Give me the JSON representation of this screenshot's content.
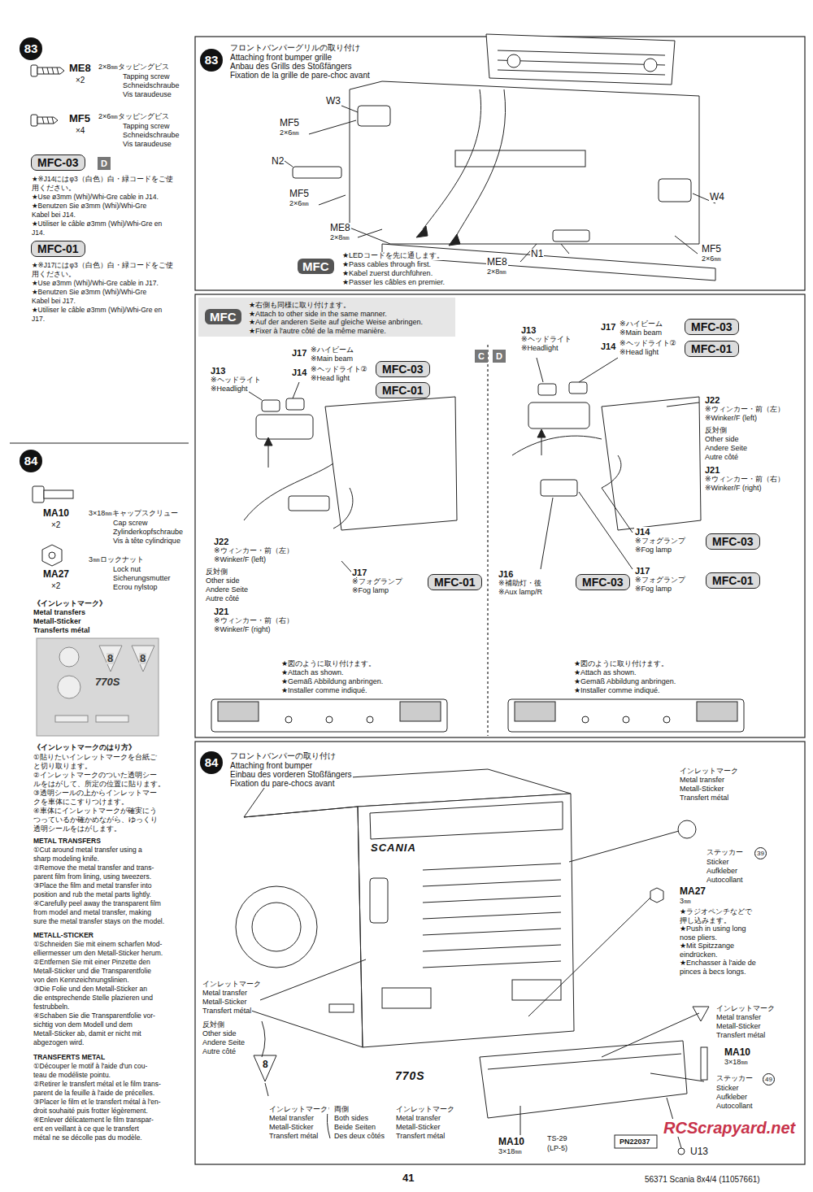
{
  "diagram": {
    "nodes": [
      {
        "text": [
          "83"
        ]
      },
      {
        "text": [
          "MFC-03"
        ]
      },
      {
        "text": [
          "D"
        ]
      },
      {
        "text": [
          "MFC-01"
        ]
      },
      {
        "text": [
          "84"
        ]
      },
      {
        "text": [
          "83"
        ]
      },
      {
        "text": [
          "MFC"
        ]
      },
      {
        "text": [
          "MFC"
        ]
      },
      {
        "text": [
          "MFC-03"
        ]
      },
      {
        "text": [
          "MFC-01"
        ]
      },
      {
        "text": [
          "C"
        ]
      },
      {
        "text": [
          "MFC-01"
        ]
      },
      {
        "text": [
          "D"
        ]
      },
      {
        "text": [
          "MFC-03"
        ]
      },
      {
        "text": [
          "MFC-01"
        ]
      },
      {
        "text": [
          "MFC-03"
        ]
      },
      {
        "text": [
          "MFC-03"
        ]
      },
      {
        "text": [
          "MFC-01"
        ]
      },
      {
        "text": [
          "84"
        ]
      },
      {
        "text": [
          "39"
        ]
      },
      {
        "text": [
          "49"
        ]
      }
    ],
    "labels": [
      "ME8",
      "×2",
      "2×8㎜タッピングビス",
      "Tapping screw",
      "Schneidschraube",
      "Vis taraudeuse",
      "MF5",
      "×4",
      "2×6㎜タッピングビス",
      "Tapping screw",
      "Schneidschraube",
      "Vis taraudeuse",
      "★※J14にはφ3（白色）白・緑コードをご使",
      "用ください。",
      "★Use ø3mm (Whi)/Whi-Gre cable in J14.",
      "★Benutzen Sie ø3mm (Whi)/Whi-Gre",
      "Kabel bei J14.",
      "★Utiliser le câble ø3mm (Whi)/Whi-Gre en",
      "J14.",
      "★※J17にはφ3（白色）白・緑コードをご使",
      "用ください。",
      "★Use ø3mm (Whi)/Whi-Gre cable in J17.",
      "★Benutzen Sie ø3mm (Whi)/Whi-Gre",
      "Kabel bei J17.",
      "★Utiliser le câble ø3mm (Whi)/Whi-Gre en",
      "J17.",
      "MA10",
      "×2",
      "3×18㎜キャップスクリュー",
      "Cap screw",
      "Zylinderkopfschraube",
      "Vis à tête cylindrique",
      "MA27",
      "×2",
      "3㎜ロックナット",
      "Lock nut",
      "Sicherungsmutter",
      "Ecrou nylstop",
      "《インレットマーク》",
      "Metal transfers",
      "Metall-Sticker",
      "Transferts métal",
      "8",
      "8",
      "770S",
      "《インレットマークのはり方》",
      "①貼りたいインレットマークを台紙ご",
      "と切り取ります。",
      "②インレットマークのついた透明シー",
      "ルをはがして、所定の位置に貼ります。",
      "③透明シールの上からインレットマー",
      "クを車体にこすりつけます。",
      "④車体にインレットマークが確実にう",
      "つっているか確かめながら、ゆっくり",
      "透明シールをはがします。",
      "METAL TRANSFERS",
      "①Cut around metal transfer using a",
      "sharp modeling knife.",
      "②Remove the metal transfer and trans-",
      "parent film from lining, using tweezers.",
      "③Place the film and metal transfer into",
      "position and rub the metal parts lightly.",
      "④Carefully peel away the transparent film",
      "from model and metal transfer, making",
      "sure the metal transfer stays on the model.",
      "METALL-STICKER",
      "①Schneiden Sie mit einem scharfen Mod-",
      "elliermesser um den Metall-Sticker herum.",
      "②Entfernen Sie mit einer Pinzette den",
      "Metall-Sticker und die Transparentfolie",
      "von den Kennzeichnungslinien.",
      "③Die Folie und den Metall-Sticker an",
      "die entsprechende Stelle plazieren und",
      "festrubbeln.",
      "④Schaben Sie die Transparentfolie vor-",
      "sichtig von dem Modell und dem",
      "Metall-Sticker ab, damit er nicht mit",
      "abgezogen wird.",
      "TRANSFERTS METAL",
      "①Découper le motif à l'aide d'un cou-",
      "teau de modéliste pointu.",
      "②Retirer le transfert métal et le film trans-",
      "parent de la feuille à l'aide de précelles.",
      "③Placer le film et le transfert métal à l'en-",
      "droit souhaité puis frotter légèrement.",
      "④Enlever délicatement le film transpar-",
      "ent en veillant à ce que le transfert",
      "métal ne se décolle pas du modèle.",
      "フロントバンパーグリルの取り付け",
      "Attaching front bumper grille",
      "Anbau des Grills des Stoßfängers",
      "Fixation de la grille de pare-choc avant",
      "W3",
      "MF5",
      "2×6㎜",
      "N2",
      "MF5",
      "2×6㎜",
      "ME8",
      "2×8㎜",
      "ME8",
      "2×8㎜",
      "N1",
      "W4",
      "MF5",
      "2×6㎜",
      "★LEDコードを先に通します。",
      "★Pass cables through first.",
      "★Kabel zuerst durchführen.",
      "★Passer les câbles en premier.",
      "★右側も同様に取り付けます。",
      "★Attach to other side in the same manner.",
      "★Auf der anderen Seite auf gleiche Weise anbringen.",
      "★Fixer à l'autre côté de la même manière.",
      "J13",
      "※ヘッドライト",
      "※Headlight",
      "J17",
      "※ハイビーム",
      "※Main beam",
      "J14",
      "※ヘッドライト②",
      "※Head light",
      "J22",
      "※ウィンカー・前（左）",
      "※Winker/F (left)",
      "反対側",
      "Other side",
      "Andere Seite",
      "Autre côté",
      "J21",
      "※ウィンカー・前（右）",
      "※Winker/F (right)",
      "J17",
      "※フォグランプ",
      "※Fog lamp",
      "★図のように取り付けます。",
      "★Attach as shown.",
      "★Gemäß Abbildung anbringen.",
      "★Installer comme indiqué.",
      "J13",
      "※ヘッドライト",
      "※Headlight",
      "J17",
      "※ハイビーム",
      "※Main beam",
      "J14",
      "※ヘッドライト②",
      "※Head light",
      "J22",
      "※ウィンカー・前（左）",
      "※Winker/F (left)",
      "反対側",
      "Other side",
      "Andere Seite",
      "Autre côté",
      "J21",
      "※ウィンカー・前（右）",
      "※Winker/F (right)",
      "J14",
      "※フォグランプ",
      "※Fog lamp",
      "J16",
      "※補助灯・後",
      "※Aux lamp/R",
      "J17",
      "※フォグランプ",
      "※Fog lamp",
      "★図のように取り付けます。",
      "★Attach as shown.",
      "★Gemäß Abbildung anbringen.",
      "★Installer comme indiqué.",
      "フロントバンパーの取り付け",
      "Attaching front bumper",
      "Einbau des vorderen Stoßfängers",
      "Fixation du pare-chocs avant",
      "インレットマーク",
      "Metal transfer",
      "Metall-Sticker",
      "Transfert métal",
      "ステッカー",
      "Sticker",
      "Aufkleber",
      "Autocollant",
      "MA27",
      "3㎜",
      "★ラジオペンチなどで",
      "押し込みます。",
      "★Push in using long",
      "nose pliers.",
      "★Mit Spitzzange",
      "eindrücken.",
      "★Enchasser à l'aide de",
      "pinces à becs longs.",
      "インレットマーク",
      "Metal transfer",
      "Metall-Sticker",
      "Transfert métal",
      "MA10",
      "3×18㎜",
      "ステッカー",
      "Sticker",
      "Aufkleber",
      "Autocollant",
      "U13",
      "MA10",
      "3×18㎜",
      "TS-29",
      "(LP-5)",
      "PN22037",
      "インレットマーク",
      "Metal transfer",
      "Metall-Sticker",
      "Transfert métal",
      "反対側",
      "Other side",
      "Andere Seite",
      "Autre côté",
      "8",
      "770S",
      "インレットマーク",
      "Metal transfer",
      "Metall-Sticker",
      "Transfert métal",
      "両側",
      "Both sides",
      "Beide Seiten",
      "Des deux côtés",
      "インレットマーク",
      "Metal transfer",
      "Metall-Sticker",
      "Transfert métal",
      "SCANIA",
      "41",
      "56371 Scania 8x4/4 (11057661)",
      "RCScrapyard.net"
    ]
  }
}
